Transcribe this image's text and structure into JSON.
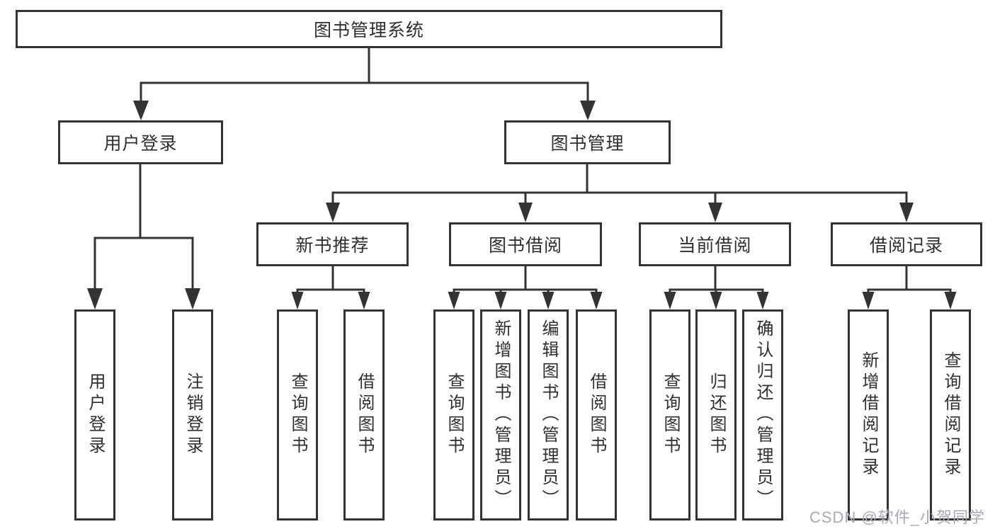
{
  "diagram": {
    "root": {
      "label": "图书管理系统"
    },
    "level2": [
      {
        "label": "用户登录"
      },
      {
        "label": "图书管理"
      }
    ],
    "level3": [
      {
        "label": "新书推荐",
        "parent": "图书管理"
      },
      {
        "label": "图书借阅",
        "parent": "图书管理"
      },
      {
        "label": "当前借阅",
        "parent": "图书管理"
      },
      {
        "label": "借阅记录",
        "parent": "图书管理"
      }
    ],
    "leaves": [
      {
        "label": "用户登录",
        "parent": "用户登录"
      },
      {
        "label": "注销登录",
        "parent": "用户登录"
      },
      {
        "label": "查询图书",
        "parent": "新书推荐"
      },
      {
        "label": "借阅图书",
        "parent": "新书推荐"
      },
      {
        "label": "查询图书",
        "parent": "图书借阅"
      },
      {
        "label": "新增图书（管理员）",
        "parent": "图书借阅"
      },
      {
        "label": "编辑图书（管理员）",
        "parent": "图书借阅"
      },
      {
        "label": "借阅图书",
        "parent": "图书借阅"
      },
      {
        "label": "查询图书",
        "parent": "当前借阅"
      },
      {
        "label": "归还图书",
        "parent": "当前借阅"
      },
      {
        "label": "确认归还（管理员）",
        "parent": "当前借阅"
      },
      {
        "label": "新增借阅记录",
        "parent": "借阅记录"
      },
      {
        "label": "查询借阅记录",
        "parent": "借阅记录"
      }
    ]
  },
  "watermark": {
    "text": "CSDN @软件_小贺同学"
  },
  "colors": {
    "line": "#333333",
    "text": "#2f2f2f",
    "background": "#ffffff",
    "watermark": "#a9a9b2"
  }
}
